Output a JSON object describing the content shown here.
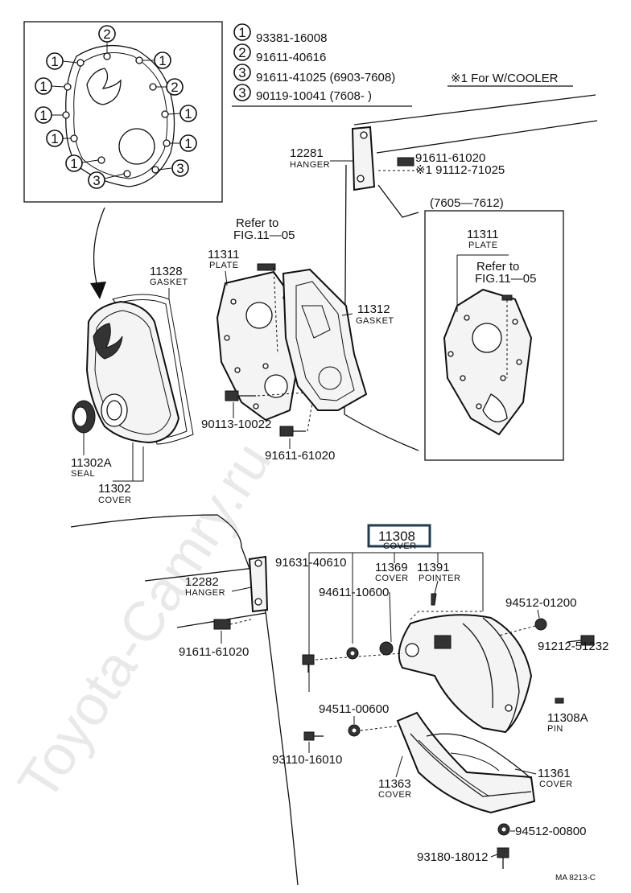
{
  "legend": {
    "items": [
      {
        "num": "1",
        "code": "93381-16008"
      },
      {
        "num": "2",
        "code": "91611-40616"
      },
      {
        "num": "3",
        "code": "91611-41025 (6903-7608)"
      },
      {
        "num": "3",
        "code": "90119-10041 (7608-        )"
      }
    ],
    "note": "※1 For  W/COOLER"
  },
  "inset": {
    "markers": [
      "2",
      "1",
      "1",
      "1",
      "2",
      "1",
      "1",
      "1",
      "1",
      "1",
      "3",
      "3"
    ]
  },
  "parts": {
    "p12281": {
      "code": "12281",
      "name": "HANGER"
    },
    "p91611_61020_a": {
      "code": "91611-61020"
    },
    "p91112_71025": {
      "code": "※1 91112-71025"
    },
    "range": {
      "text": "(7605—7612)"
    },
    "p11311_r": {
      "code": "11311",
      "name": "PLATE"
    },
    "refer_r": {
      "line1": "Refer to",
      "line2": "FIG.11—05"
    },
    "refer_l": {
      "line1": "Refer to",
      "line2": "FIG.11—05"
    },
    "p11311_l": {
      "code": "11311",
      "name": "PLATE"
    },
    "p11328": {
      "code": "11328",
      "name": "GASKET"
    },
    "p11312": {
      "code": "11312",
      "name": "GASKET"
    },
    "p90113_10022": {
      "code": "90113-10022"
    },
    "p91611_61020_b": {
      "code": "91611-61020"
    },
    "p11302A": {
      "code": "11302A",
      "name": "SEAL"
    },
    "p11302": {
      "code": "11302",
      "name": "COVER"
    },
    "p11308": {
      "code": "11308",
      "name": "COVER"
    },
    "p91631_40610": {
      "code": "91631-40610"
    },
    "p11369": {
      "code": "11369",
      "name": "COVER"
    },
    "p11391": {
      "code": "11391",
      "name": "POINTER"
    },
    "p12282": {
      "code": "12282",
      "name": "HANGER"
    },
    "p94611_10600": {
      "code": "94611-10600"
    },
    "p94512_01200": {
      "code": "94512-01200"
    },
    "p91212_51232": {
      "code": "91212-51232"
    },
    "p91611_61020_c": {
      "code": "91611-61020"
    },
    "p11308A": {
      "code": "11308A",
      "name": "PIN"
    },
    "p94511_00600": {
      "code": "94511-00600"
    },
    "p93110_16010": {
      "code": "93110-16010"
    },
    "p11361": {
      "code": "11361",
      "name": "COVER"
    },
    "p11363": {
      "code": "11363",
      "name": "COVER"
    },
    "p94512_00800": {
      "code": "94512-00800"
    },
    "p93180_18012": {
      "code": "93180-18012"
    }
  },
  "footer": {
    "ref": "MA 8213-C"
  },
  "watermark": "Toyota-Camry.ru",
  "colors": {
    "ink": "#111111",
    "highlight": "#1f3d4f",
    "watermark": "#d8d8d8"
  }
}
